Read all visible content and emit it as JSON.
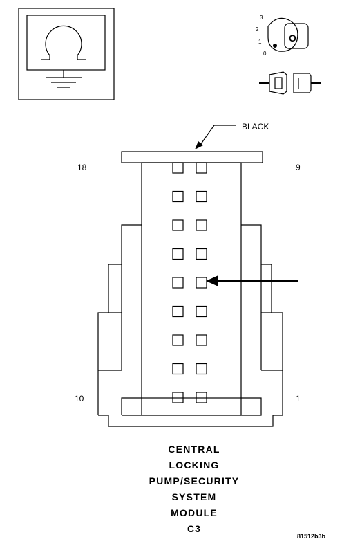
{
  "connector": {
    "color_label": "BLACK",
    "pin_labels": {
      "top_left": "18",
      "top_right": "9",
      "bottom_left": "10",
      "bottom_right": "1"
    },
    "pin_rows": 9,
    "pins_per_row": 2,
    "indicated_pin_row": 5,
    "indicated_pin_column": 2
  },
  "title_lines": [
    "CENTRAL",
    "LOCKING",
    "PUMP/SECURITY",
    "SYSTEM",
    "MODULE",
    "C3"
  ],
  "ignition_key_positions": [
    "3",
    "2",
    "1",
    "0"
  ],
  "key_letter": "O",
  "figure_code": "81512b3b"
}
